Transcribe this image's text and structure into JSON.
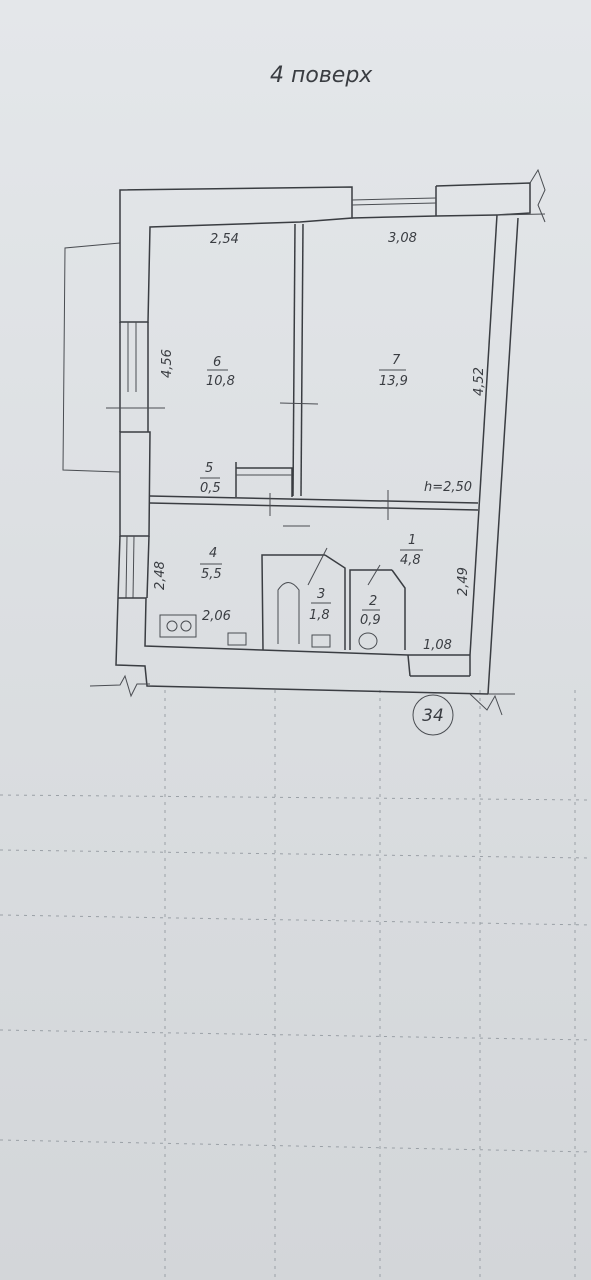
{
  "plan": {
    "title": "4 поверх",
    "ceiling_height": "h=2,50",
    "apartment_number": "34",
    "rooms": [
      {
        "number": "1",
        "area": "4,8"
      },
      {
        "number": "2",
        "area": "0,9"
      },
      {
        "number": "3",
        "area": "1,8"
      },
      {
        "number": "4",
        "area": "5,5"
      },
      {
        "number": "5",
        "area": "0,5"
      },
      {
        "number": "6",
        "area": "10,8"
      },
      {
        "number": "7",
        "area": "13,9"
      }
    ],
    "dimensions": {
      "room6_width": "2,54",
      "room7_width": "3,08",
      "room6_height": "4,56",
      "room7_height": "4,52",
      "room4_height": "2,48",
      "room1_height": "2,49",
      "room4_width": "2,06",
      "room1_width": "1,08"
    }
  }
}
